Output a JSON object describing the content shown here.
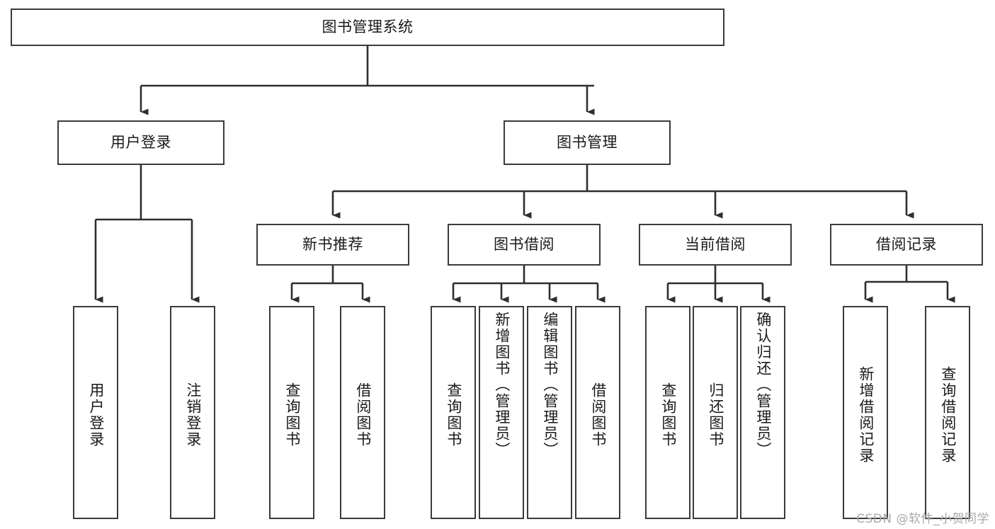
{
  "diagram": {
    "type": "tree-hierarchy-chart",
    "title": "图书管理系统",
    "line_color": "#3b3b3b",
    "box_fill": "#ffffff",
    "text_color": "#1a1a1a",
    "root": {
      "id": "root",
      "label": "图书管理系统",
      "orientation": "horizontal"
    },
    "level2": [
      {
        "id": "user-login",
        "label": "用户登录",
        "orientation": "horizontal"
      },
      {
        "id": "book-manage",
        "label": "图书管理",
        "orientation": "horizontal"
      }
    ],
    "level3": [
      {
        "id": "new-book-recommend",
        "label": "新书推荐",
        "orientation": "horizontal",
        "parent": "book-manage"
      },
      {
        "id": "book-borrow",
        "label": "图书借阅",
        "orientation": "horizontal",
        "parent": "book-manage"
      },
      {
        "id": "current-borrow",
        "label": "当前借阅",
        "orientation": "horizontal",
        "parent": "book-manage"
      },
      {
        "id": "borrow-record",
        "label": "借阅记录",
        "orientation": "horizontal",
        "parent": "book-manage"
      }
    ],
    "leaves": [
      {
        "id": "leaf-user-login",
        "label": "用户登录",
        "parent": "user-login",
        "orientation": "vertical"
      },
      {
        "id": "leaf-logout",
        "label": "注销登录",
        "parent": "user-login",
        "orientation": "vertical"
      },
      {
        "id": "leaf-query-book-1",
        "label": "查询图书",
        "parent": "new-book-recommend",
        "orientation": "vertical"
      },
      {
        "id": "leaf-borrow-book-1",
        "label": "借阅图书",
        "parent": "new-book-recommend",
        "orientation": "vertical"
      },
      {
        "id": "leaf-query-book-2",
        "label": "查询图书",
        "parent": "book-borrow",
        "orientation": "vertical"
      },
      {
        "id": "leaf-add-book",
        "label": "新增图书（管理员）",
        "parent": "book-borrow",
        "orientation": "vertical"
      },
      {
        "id": "leaf-edit-book",
        "label": "编辑图书（管理员）",
        "parent": "book-borrow",
        "orientation": "vertical"
      },
      {
        "id": "leaf-borrow-book-2",
        "label": "借阅图书",
        "parent": "book-borrow",
        "orientation": "vertical"
      },
      {
        "id": "leaf-query-book-3",
        "label": "查询图书",
        "parent": "current-borrow",
        "orientation": "vertical"
      },
      {
        "id": "leaf-return-book",
        "label": "归还图书",
        "parent": "current-borrow",
        "orientation": "vertical"
      },
      {
        "id": "leaf-confirm-return",
        "label": "确认归还（管理员）",
        "parent": "current-borrow",
        "orientation": "vertical"
      },
      {
        "id": "leaf-add-record",
        "label": "新增借阅记录",
        "parent": "borrow-record",
        "orientation": "vertical"
      },
      {
        "id": "leaf-query-record",
        "label": "查询借阅记录",
        "parent": "borrow-record",
        "orientation": "vertical"
      }
    ],
    "watermark": "CSDN @软件_小贺同学"
  }
}
